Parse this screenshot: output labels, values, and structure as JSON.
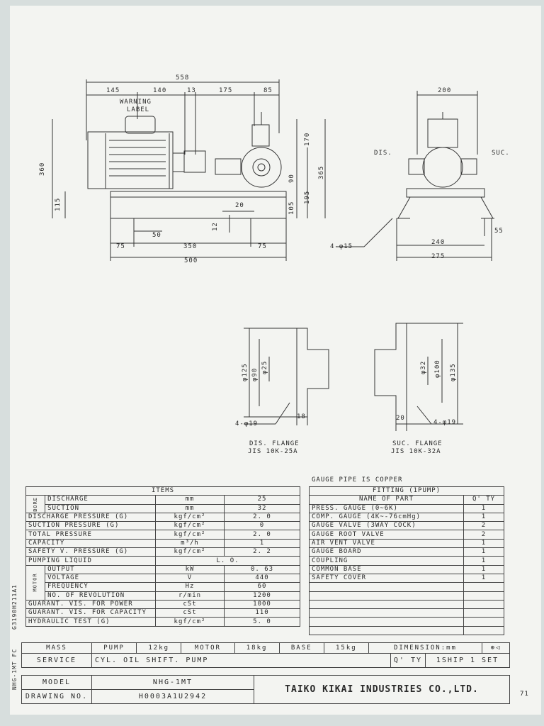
{
  "drawing": {
    "dims_top": [
      "558",
      "145",
      "140",
      "13",
      "175",
      "85"
    ],
    "warning_label": [
      "WARNING",
      "LABEL"
    ],
    "dims_left": [
      "360",
      "115"
    ],
    "dims_right": [
      "170",
      "365",
      "90",
      "195",
      "105"
    ],
    "dims_mid": [
      "20",
      "12",
      "50"
    ],
    "dims_bottom": [
      "75",
      "350",
      "75",
      "500"
    ],
    "side_view": {
      "width_top": "200",
      "dis": "DIS.",
      "suc": "SUC.",
      "d55": "55",
      "bolt": "4-φ15",
      "d240": "240",
      "d275": "275"
    },
    "dis_flange": {
      "d1": "φ125",
      "d2": "φ90",
      "d3": "φ25",
      "t": "18",
      "bolt": "4-φ19",
      "title": "DIS. FLANGE",
      "std": "JIS 10K-25A"
    },
    "suc_flange": {
      "d1": "φ32",
      "d2": "φ100",
      "d3": "φ135",
      "t": "20",
      "bolt": "4-φ19",
      "title": "SUC. FLANGE",
      "std": "JIS 10K-32A"
    }
  },
  "items_table": {
    "header": "ITEMS",
    "bore_label": "BORE",
    "motor_label": "MOTOR",
    "rows": [
      {
        "name": "DISCHARGE",
        "unit": "mm",
        "value": "25"
      },
      {
        "name": "SUCTION",
        "unit": "mm",
        "value": "32"
      },
      {
        "name": "DISCHARGE PRESSURE (G)",
        "unit": "kgf/cm²",
        "value": "2. 0"
      },
      {
        "name": "SUCTION PRESSURE (G)",
        "unit": "kgf/cm²",
        "value": "0"
      },
      {
        "name": "TOTAL PRESSURE",
        "unit": "kgf/cm²",
        "value": "2. 0"
      },
      {
        "name": "CAPACITY",
        "unit": "m³/h",
        "value": "1"
      },
      {
        "name": "SAFETY V. PRESSURE (G)",
        "unit": "kgf/cm²",
        "value": "2. 2"
      },
      {
        "name": "PUMPING LIQUID",
        "unit": "",
        "value": "L. O."
      },
      {
        "name": "OUTPUT",
        "unit": "kW",
        "value": "0. 63"
      },
      {
        "name": "VOLTAGE",
        "unit": "V",
        "value": "440"
      },
      {
        "name": "FREQUENCY",
        "unit": "Hz",
        "value": "60"
      },
      {
        "name": "NO. OF REVOLUTION",
        "unit": "r/min",
        "value": "1200"
      },
      {
        "name": "GUARANT. VIS. FOR POWER",
        "unit": "cSt",
        "value": "1000"
      },
      {
        "name": "GUARANT. VIS. FOR CAPACITY",
        "unit": "cSt",
        "value": "110"
      },
      {
        "name": "HYDRAULIC TEST (G)",
        "unit": "kgf/cm²",
        "value": "5. 0"
      }
    ]
  },
  "fitting_table": {
    "note": "GAUGE PIPE IS COPPER",
    "header": "FITTING (1PUMP)",
    "col_name": "NAME OF PART",
    "col_qty": "Q' TY",
    "rows": [
      {
        "name": "PRESS. GAUGE (0~6K)",
        "qty": "1"
      },
      {
        "name": "COMP. GAUGE (4K~-76cmHg)",
        "qty": "1"
      },
      {
        "name": "GAUGE VALVE (3WAY COCK)",
        "qty": "2"
      },
      {
        "name": "GAUGE ROOT VALVE",
        "qty": "2"
      },
      {
        "name": "AIR VENT VALVE",
        "qty": "1"
      },
      {
        "name": "GAUGE BOARD",
        "qty": "1"
      },
      {
        "name": "COUPLING",
        "qty": "1"
      },
      {
        "name": "COMMON BASE",
        "qty": "1"
      },
      {
        "name": "SAFETY COVER",
        "qty": "1"
      }
    ]
  },
  "title_block": {
    "mass_label": "MASS",
    "pump_label": "PUMP",
    "pump_mass": "12kg",
    "motor_label": "MOTOR",
    "motor_mass": "18kg",
    "base_label": "BASE",
    "base_mass": "15kg",
    "dimension": "DIMENSION:mm",
    "service_label": "SERVICE",
    "service": "CYL. OIL SHIFT. PUMP",
    "qty_label": "Q' TY",
    "qty": "1SHIP 1 SET",
    "model_label": "MODEL",
    "model": "NHG-1MT",
    "company": "TAIKO KIKAI INDUSTRIES CO.,LTD.",
    "drawing_no_label": "DRAWING NO.",
    "drawing_no": "H0003A1U2942"
  },
  "side_codes": {
    "code1": "G3190H211A1",
    "code2": "NHG-1MT FC"
  },
  "page_number": "71",
  "colors": {
    "ink": "#2a2a2a",
    "paper": "#f3f4f1",
    "background": "#d7dedd"
  }
}
